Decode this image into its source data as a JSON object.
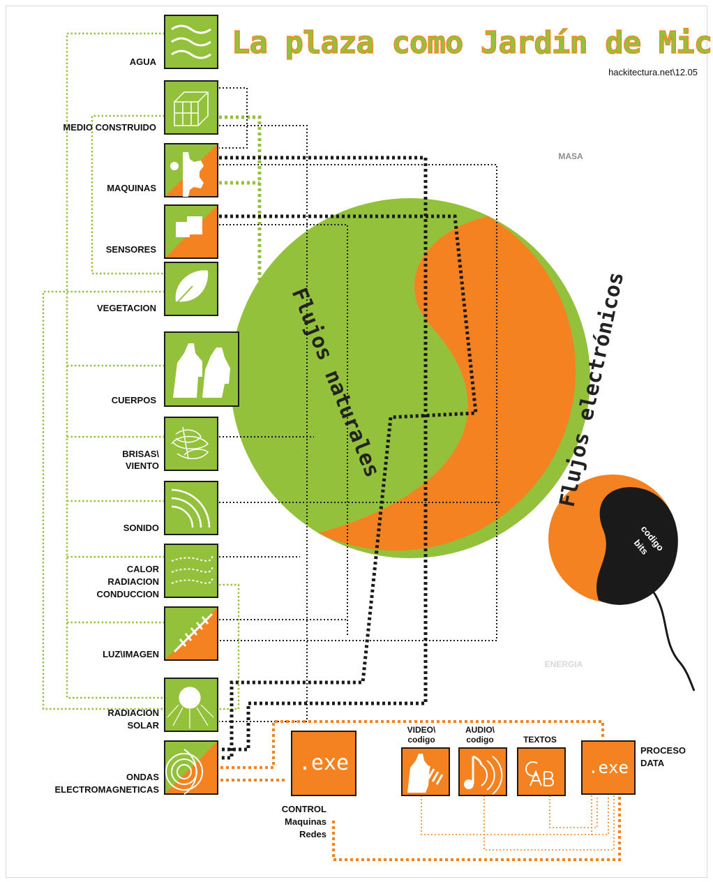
{
  "title": "La plaza como Jardín de Microchips",
  "credit": "hackitectura.net\\12.05",
  "colors": {
    "green": "#93c13c",
    "orange": "#f58220",
    "black": "#1a1a1a",
    "grey": "#8c8c8c"
  },
  "labels": {
    "agua": "AGUA",
    "medio_construido": "MEDIO CONSTRUIDO",
    "maquinas": "MAQUINAS",
    "sensores": "SENSORES",
    "vegetacion": "VEGETACION",
    "cuerpos": "CUERPOS",
    "brisas_1": "BRISAS\\",
    "brisas_2": "VIENTO",
    "sonido": "SONIDO",
    "calor_1": "CALOR",
    "calor_2": "RADIACION",
    "calor_3": "CONDUCCION",
    "luz": "LUZ\\IMAGEN",
    "radiacion_1": "RADIACION",
    "radiacion_2": "SOLAR",
    "ondas_1": "ONDAS",
    "ondas_2": "ELECTROMAGNETICAS"
  },
  "circle": {
    "masa": "MASA",
    "energia": "ENERGIA",
    "natural": "Flujos naturales",
    "electronic": "Flujos electrónicos",
    "bits_1": "codigo",
    "bits_2": "bits"
  },
  "outputs": {
    "exe": ".exe",
    "control_1": "CONTROL",
    "control_2": "Maquinas",
    "control_3": "Redes",
    "video_1": "VIDEO\\",
    "video_2": "codigo",
    "audio_1": "AUDIO\\",
    "audio_2": "codigo",
    "textos": "TEXTOS",
    "proceso_1": "PROCESO",
    "proceso_2": "DATA"
  },
  "icons": [
    "water-icon",
    "building-icon",
    "gear-icon",
    "sensor-icon",
    "leaf-icon",
    "bodies-icon",
    "wind-icon",
    "sound-icon",
    "heat-icon",
    "light-icon",
    "sun-icon",
    "waves-icon",
    "video-icon",
    "audio-icon",
    "text-icon"
  ]
}
